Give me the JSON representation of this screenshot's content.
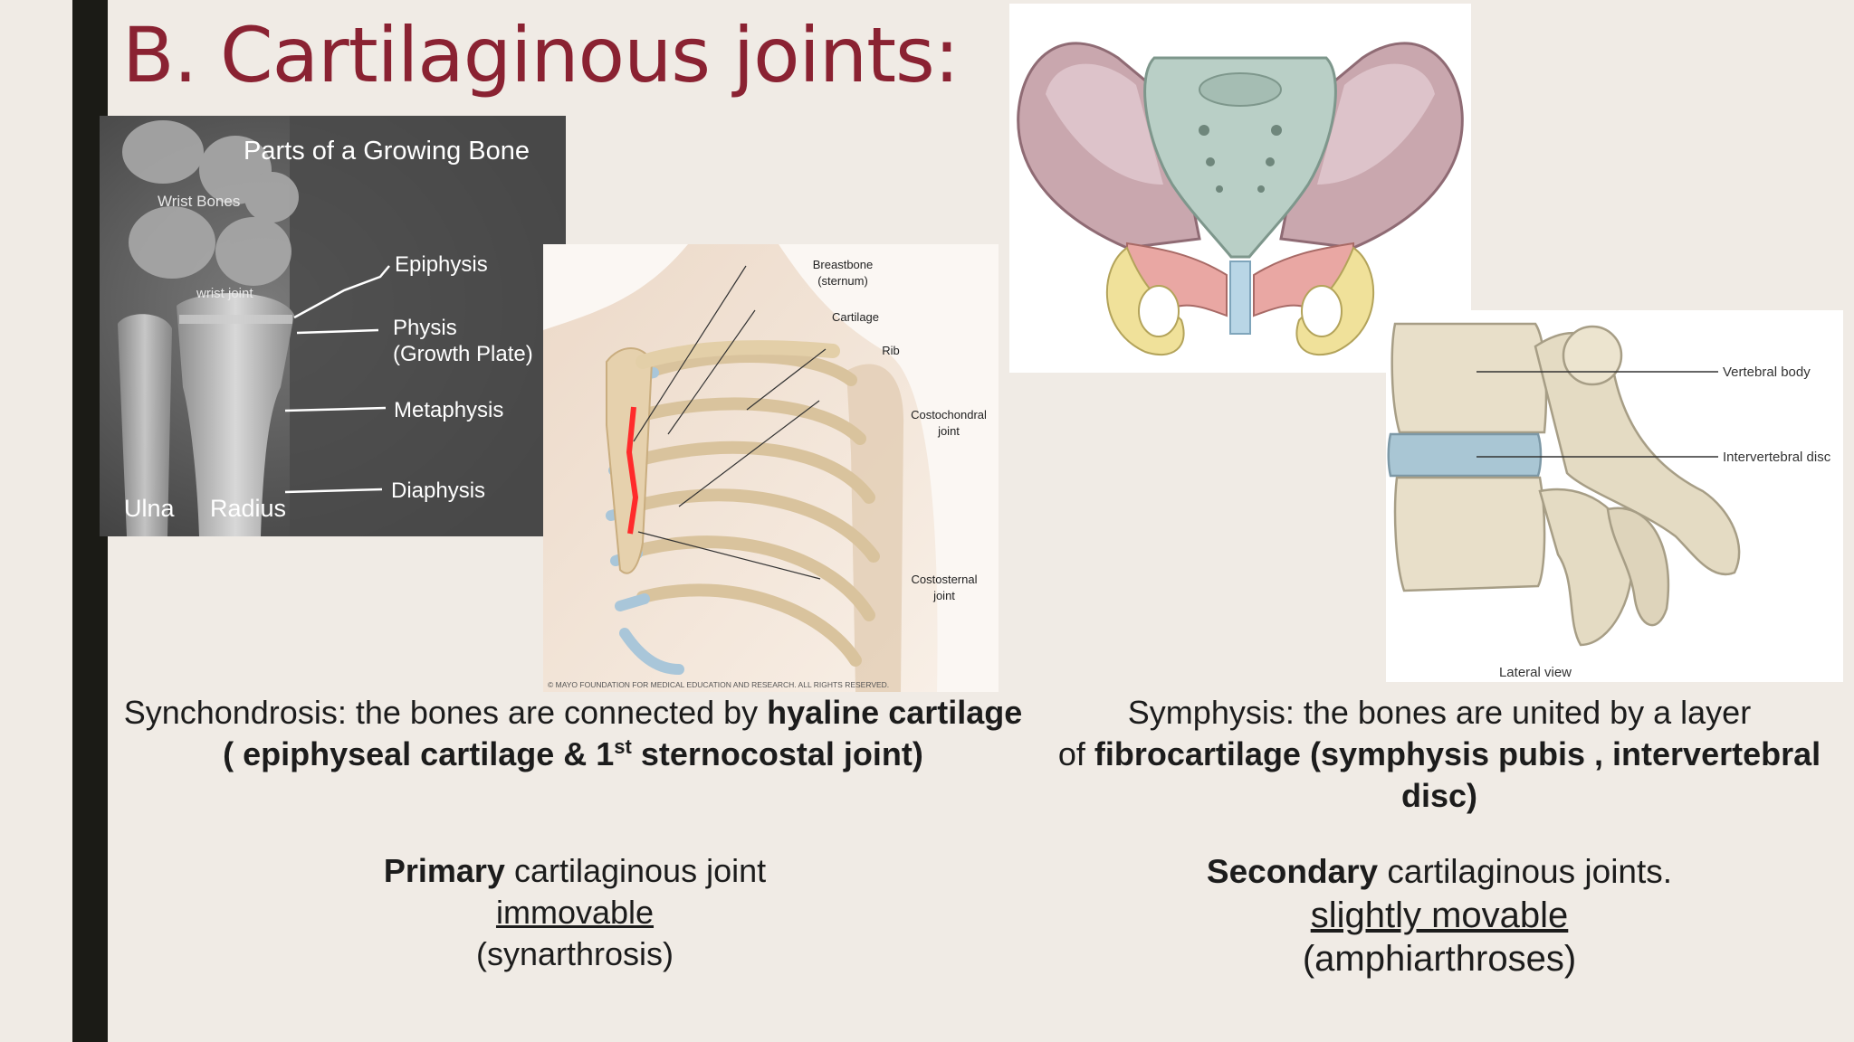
{
  "slide": {
    "title": "B. Cartilaginous joints:"
  },
  "figures": {
    "xray": {
      "title": "Parts of a Growing Bone",
      "labels": {
        "wrist_bones": "Wrist Bones",
        "wrist_joint": "wrist joint",
        "epiphysis": "Epiphysis",
        "physis": "Physis",
        "growth_plate": "(Growth Plate)",
        "metaphysis": "Metaphysis",
        "diaphysis": "Diaphysis",
        "ulna": "Ulna",
        "radius": "Radius"
      }
    },
    "ribcage": {
      "labels": {
        "breastbone": "Breastbone",
        "sternum": "(sternum)",
        "cartilage": "Cartilage",
        "rib": "Rib",
        "costochondral": "Costochondral",
        "costochondral_joint": "joint",
        "costosternal": "Costosternal",
        "costosternal_joint": "joint",
        "credit": "© MAYO FOUNDATION FOR MEDICAL EDUCATION AND RESEARCH. ALL RIGHTS RESERVED."
      }
    },
    "vertebra": {
      "labels": {
        "vertebral_body": "Vertebral body",
        "intervertebral_disc": "Intervertebral disc",
        "lateral_view": "Lateral view"
      }
    }
  },
  "left_column": {
    "desc_term": "Synchondrosis",
    "desc_text": ": the bones are connected by ",
    "desc_bold": "hyaline cartilage",
    "desc_line2_a": "( epiphyseal cartilage & 1",
    "desc_line2_sup": "st",
    "desc_line2_b": " sternocostal joint)",
    "type_bold": "Primary",
    "type_rest": " cartilaginous joint",
    "mobility": "immovable",
    "classification": "(synarthrosis)"
  },
  "right_column": {
    "desc_term": "Symphysis",
    "desc_text": ": the bones are united by a layer",
    "desc_line2_a": "of ",
    "desc_line2_bold": "fibrocartilage (symphysis pubis , intervertebral",
    "desc_line3_bold": "disc)",
    "type_bold": "Secondary",
    "type_rest": " cartilaginous joints.",
    "mobility": "slightly movable",
    "classification": "(amphiarthroses)"
  },
  "colors": {
    "title": "#8a2232",
    "background": "#f0ebe5",
    "sidebar": "#1b1b16"
  }
}
